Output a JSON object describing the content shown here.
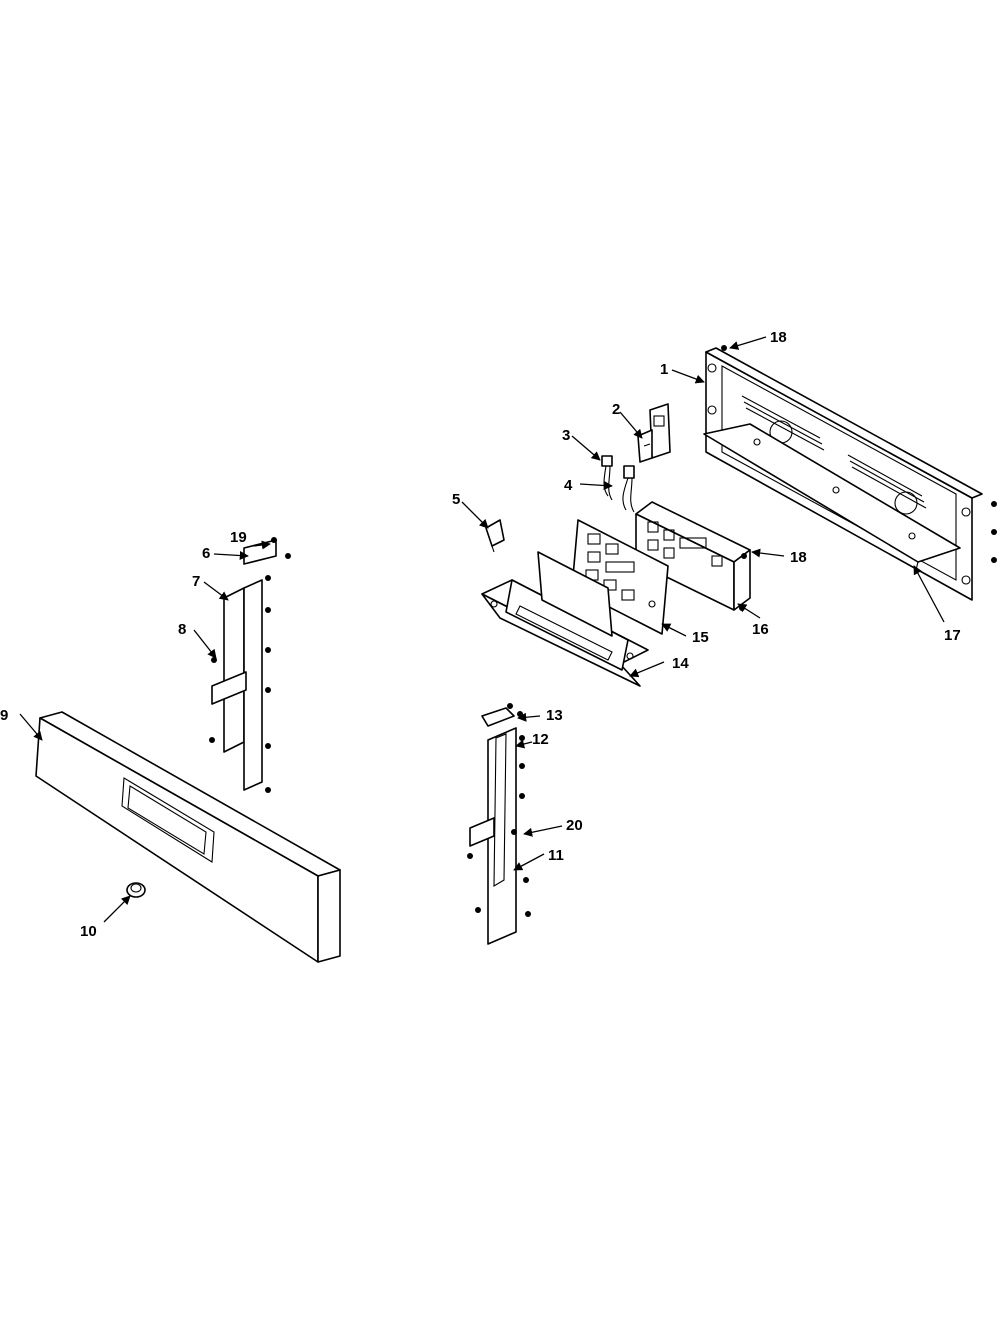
{
  "callouts": {
    "c1": "1",
    "c2": "2",
    "c3": "3",
    "c4": "4",
    "c5": "5",
    "c6": "6",
    "c7": "7",
    "c8": "8",
    "c9": "9",
    "c10": "10",
    "c11": "11",
    "c12": "12",
    "c13": "13",
    "c14": "14",
    "c15": "15",
    "c16": "16",
    "c17": "17",
    "c18a": "18",
    "c18b": "18",
    "c19": "19",
    "c20": "20"
  },
  "colors": {
    "line": "#000000",
    "background": "#ffffff"
  }
}
